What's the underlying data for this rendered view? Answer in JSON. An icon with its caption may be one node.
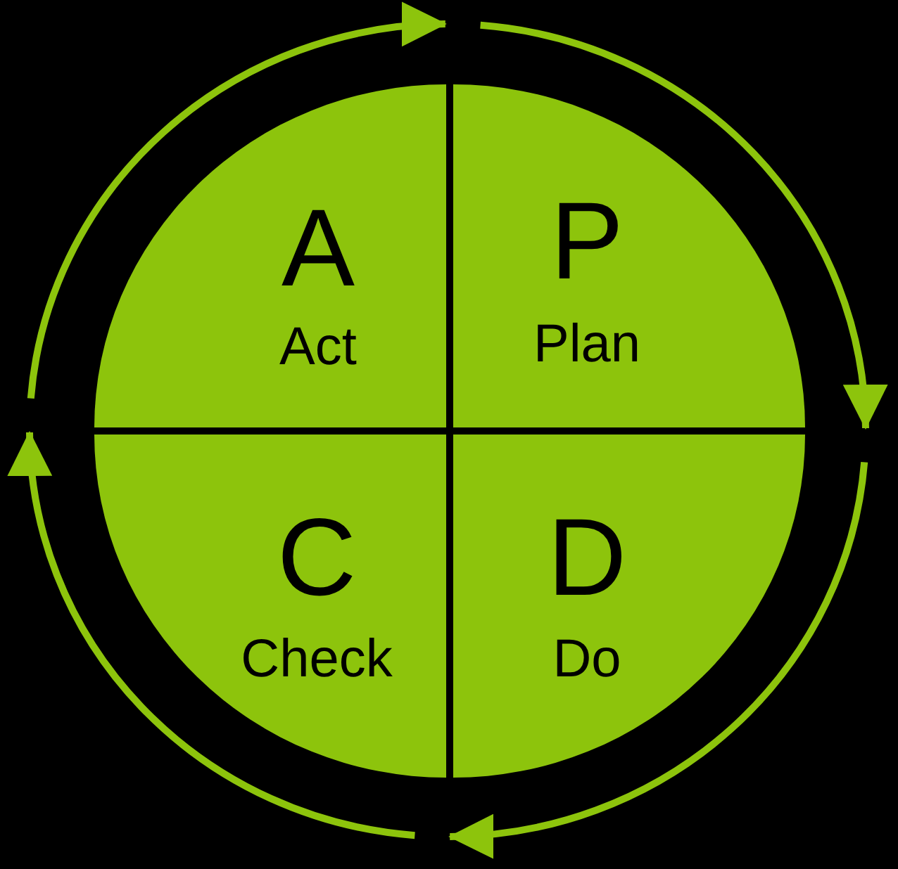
{
  "diagram": {
    "nodes": [
      {
        "text": [
          "A",
          "Act"
        ]
      },
      {
        "text": [
          "P",
          "Plan"
        ]
      },
      {
        "text": [
          "C",
          "Check"
        ]
      },
      {
        "text": [
          "D",
          "Do"
        ]
      }
    ]
  }
}
